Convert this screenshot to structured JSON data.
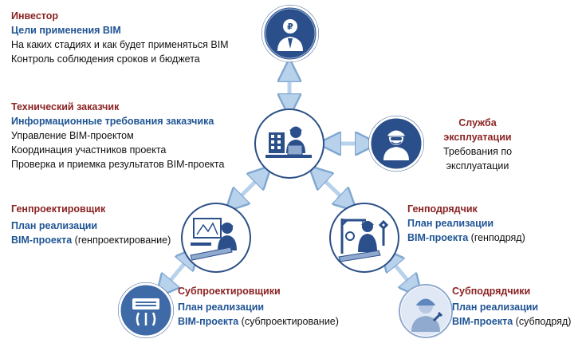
{
  "investor": {
    "role": "Инвестор",
    "goal": "Цели применения BIM",
    "lines": [
      "На каких стадиях и как будет применяться BIM",
      "Контроль соблюдения сроков и бюджета"
    ]
  },
  "tech_customer": {
    "role": "Технический заказчик",
    "goal": "Информационные требования заказчика",
    "lines": [
      "Управление BIM-проектом",
      "Координация участников проекта",
      "Проверка и приемка результатов BIM-проекта"
    ]
  },
  "operations": {
    "role_line1": "Служба",
    "role_line2": "эксплуатации",
    "line1": "Требования по",
    "line2": "эксплуатации"
  },
  "general_designer": {
    "role": "Генпроектировщик",
    "goal_line1": "План реализации",
    "goal_line2": "BIM-проекта",
    "suffix": " (генпроектирование)"
  },
  "general_contractor": {
    "role": "Генподрядчик",
    "goal_line1": "План реализации",
    "goal_line2": "BIM-проекта",
    "suffix": " (генподряд)"
  },
  "sub_designers": {
    "role": "Субпроектировщики",
    "goal_line1": "План реализации",
    "goal_line2": "BIM-проекта",
    "suffix": " (субпроектирование)"
  },
  "sub_contractors": {
    "role": "Субподрядчики",
    "goal_line1": "План реализации",
    "goal_line2": "BIM-проекта",
    "suffix": " (субподряд)"
  },
  "colors": {
    "role": "#8b2323",
    "goal": "#1f5494",
    "node_border": "#2b4f86",
    "node_fill": "#2a4f8a",
    "arrow": "#b9d2ec"
  },
  "icons": {
    "investor": "ruble-person-icon",
    "tech_customer": "engineer-at-desk-icon",
    "operations": "maintenance-worker-icon",
    "general_designer": "designer-drawing-icon",
    "general_contractor": "builder-with-crane-icon",
    "sub_designers": "ventilation-unit-icon",
    "sub_contractors": "worker-with-wrench-icon"
  }
}
